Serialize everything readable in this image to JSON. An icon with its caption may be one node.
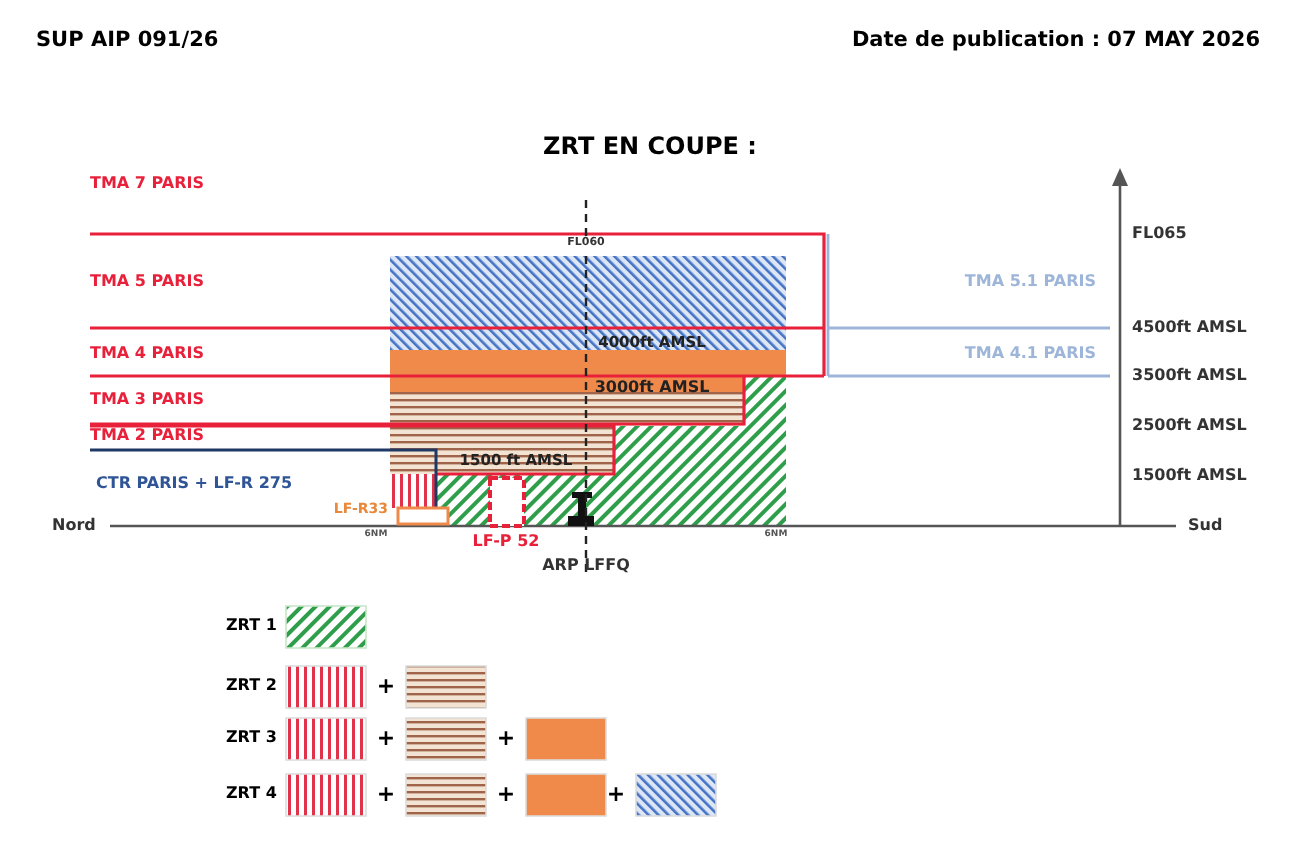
{
  "diagram": {
    "title": "ZRT EN COUPE :",
    "labels": [
      "SUP AIP 091/26",
      "Date de publication : 07 MAY 2026",
      "TMA 7 PARIS",
      "FL065",
      "FL060",
      "TMA 5 PARIS",
      "TMA 5.1 PARIS",
      "4500ft AMSL",
      "4000ft AMSL",
      "TMA 4 PARIS",
      "TMA 4.1 PARIS",
      "3500ft AMSL",
      "3000ft AMSL",
      "TMA 3 PARIS",
      "2500ft AMSL",
      "TMA 2 PARIS",
      "1500 ft AMSL",
      "CTR PARIS + LF-R 275",
      "1500ft AMSL",
      "LF-R33",
      "Nord",
      "6NM",
      "LF-P 52",
      "6NM",
      "Sud",
      "ARP LFFQ",
      "+",
      "+",
      "+",
      "+",
      "+",
      "+"
    ],
    "legend": [
      {
        "text": "ZRT 1"
      },
      {
        "text": "ZRT 2"
      },
      {
        "text": "ZRT 3"
      },
      {
        "text": "ZRT 4"
      }
    ]
  }
}
